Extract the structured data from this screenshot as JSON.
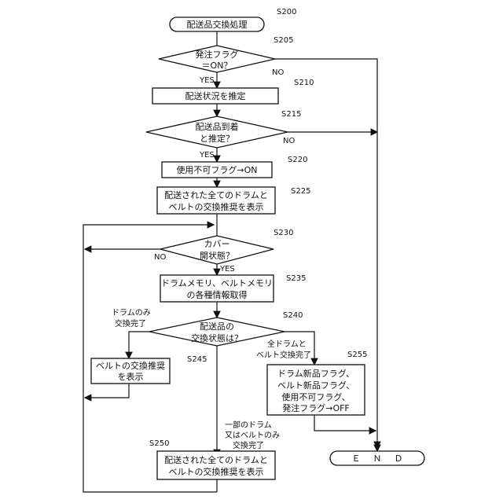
{
  "steps": {
    "s200": {
      "id": "S200",
      "text": [
        "配送品交換処理"
      ]
    },
    "s205": {
      "id": "S205",
      "text": [
        "発注フラグ",
        "＝ON？"
      ]
    },
    "s210": {
      "id": "S210",
      "text": [
        "配送状況を推定"
      ]
    },
    "s215": {
      "id": "S215",
      "text": [
        "配送品到着",
        "と推定？"
      ]
    },
    "s220": {
      "id": "S220",
      "text": [
        "使用不可フラグ→ON"
      ]
    },
    "s225": {
      "id": "S225",
      "text": [
        "配送された全てのドラムと",
        "ベルトの交換推奨を表示"
      ]
    },
    "s230": {
      "id": "S230",
      "text": [
        "カバー",
        "開状態？"
      ]
    },
    "s235": {
      "id": "S235",
      "text": [
        "ドラムメモリ、ベルトメモリ",
        "の各種情報取得"
      ]
    },
    "s240": {
      "id": "S240",
      "text": [
        "配送品の",
        "交換状態は？"
      ]
    },
    "s245": {
      "id": "S245",
      "text": [
        "ベルトの交換推奨",
        "を表示"
      ]
    },
    "s250": {
      "id": "S250",
      "text": [
        "配送された全てのドラムと",
        "ベルトの交換推奨を表示"
      ]
    },
    "s255": {
      "id": "S255",
      "text": [
        "ドラム新品フラグ、",
        "ベルト新品フラグ、",
        "使用不可フラグ、",
        "発注フラグ→OFF"
      ]
    },
    "end": {
      "text": "ＥＮＤ"
    }
  },
  "labels": {
    "yes": "YES",
    "no": "NO",
    "drum_only": [
      "ドラムのみ",
      "交換完了"
    ],
    "all_done": [
      "全ドラムと",
      "ベルト交換完了"
    ],
    "partial": [
      "一部のドラム",
      "又はベルトのみ",
      "交換完了"
    ]
  }
}
